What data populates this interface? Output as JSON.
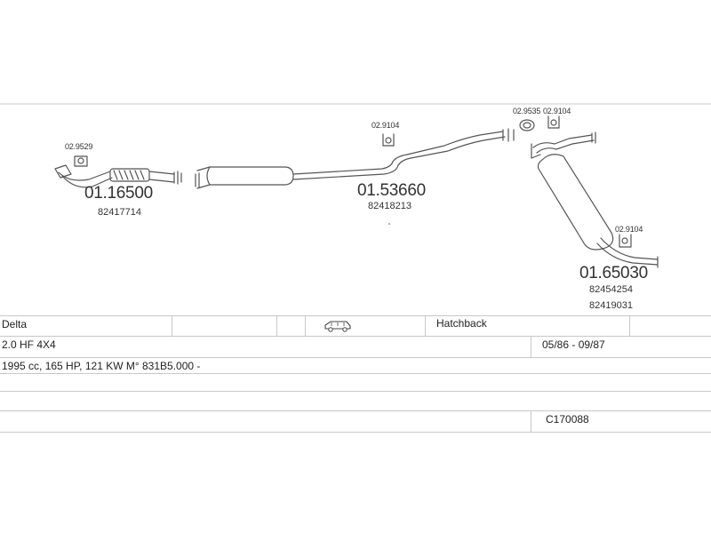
{
  "parts": {
    "downpipe": {
      "code": "01.16500",
      "oe": "82417714",
      "bracket": "02.9529"
    },
    "center": {
      "code": "01.53660",
      "oe": "82418213",
      "bracket": "02.9104"
    },
    "rear": {
      "code": "01.65030",
      "oe1": "82454254",
      "oe2": "82419031",
      "bracket": "02.9104"
    },
    "gasket": {
      "code": "02.9535",
      "bracket": "02.9104"
    }
  },
  "vehicle": {
    "model": "Delta",
    "body": "Hatchback",
    "body_icon": "car-icon",
    "engine_variant": "2.0 HF 4X4",
    "years": "05/86 - 09/87",
    "specs": "1995 cc, 165 HP, 121 KW M° 831B5.000 -",
    "catalog_number": "C170088"
  },
  "colors": {
    "line": "#555555",
    "grid": "#c8c8c8"
  }
}
